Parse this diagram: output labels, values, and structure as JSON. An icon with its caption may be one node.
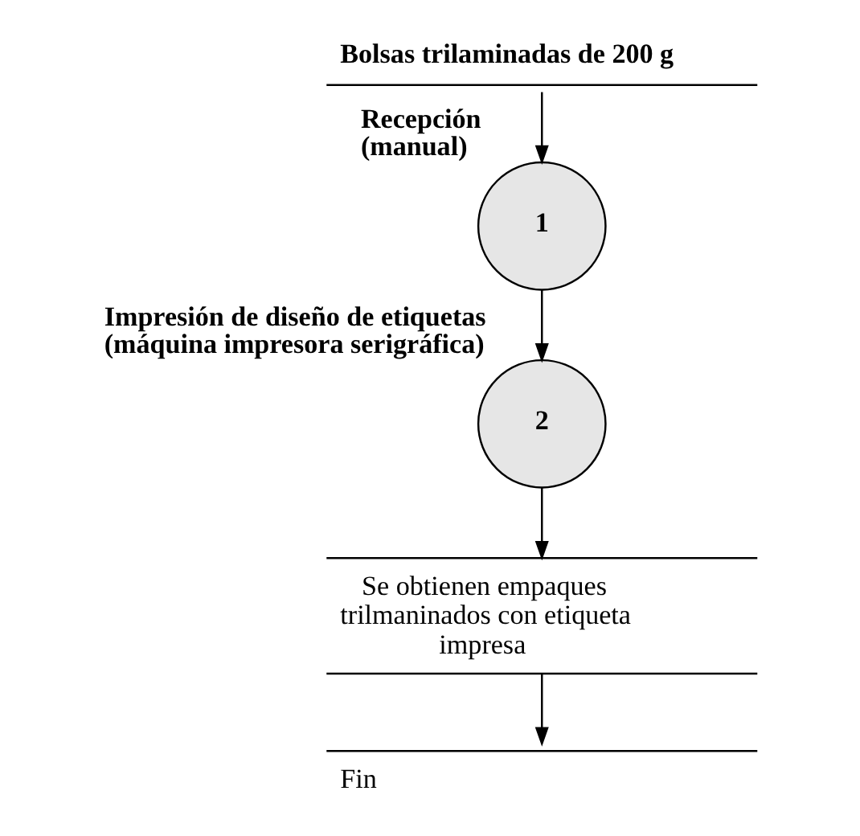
{
  "diagram": {
    "nodes": [
      {
        "text": [
          "Bolsas trilaminadas de 200 g"
        ]
      },
      {
        "text": [
          "1"
        ],
        "beside": [
          "Recepción (manual)"
        ]
      },
      {
        "text": [
          "2"
        ],
        "beside": [
          "Impresión de diseño de etiquetas (máquina impresora serigráfica)"
        ]
      },
      {
        "text": [
          "Se obtienen empaques trilmaninados con etiqueta impresa"
        ]
      },
      {
        "text": [
          "Fin"
        ]
      }
    ],
    "edges": [
      {
        "from": 0,
        "to": 1,
        "arrow": "to"
      },
      {
        "from": 1,
        "to": 2,
        "arrow": "to"
      },
      {
        "from": 2,
        "to": 3,
        "arrow": "to"
      },
      {
        "from": 3,
        "to": 4,
        "arrow": "to"
      }
    ]
  }
}
